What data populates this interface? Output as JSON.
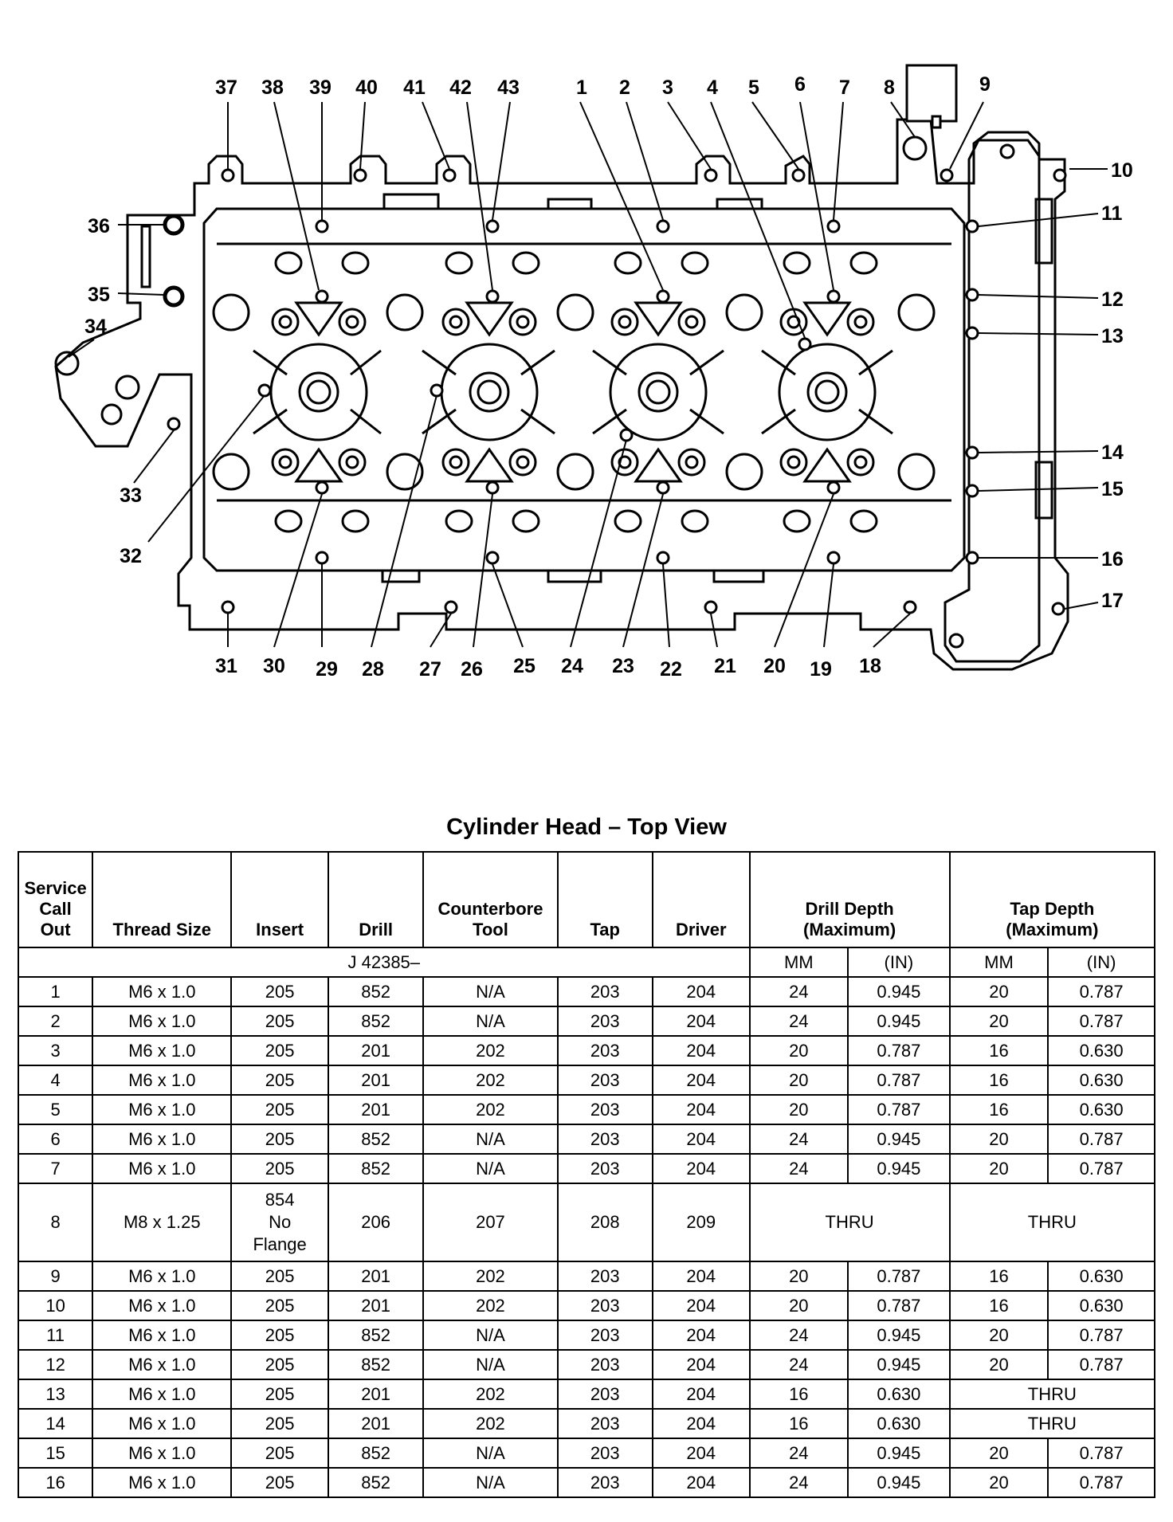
{
  "diagram": {
    "callouts_top": [
      "37",
      "38",
      "39",
      "40",
      "41",
      "42",
      "43",
      "1",
      "2",
      "3",
      "4",
      "5",
      "6",
      "7",
      "8",
      "9"
    ],
    "callouts_right": [
      "10",
      "11",
      "12",
      "13",
      "14",
      "15",
      "16",
      "17"
    ],
    "callouts_left": [
      "36",
      "35",
      "34",
      "33",
      "32"
    ],
    "callouts_bottom": [
      "31",
      "30",
      "29",
      "28",
      "27",
      "26",
      "25",
      "24",
      "23",
      "22",
      "21",
      "20",
      "19",
      "18"
    ]
  },
  "table": {
    "title": "Cylinder Head – Top View",
    "headers": {
      "callout": "Service\nCall\nOut",
      "thread": "Thread Size",
      "insert": "Insert",
      "drill": "Drill",
      "counterbore": "Counterbore\nTool",
      "tap": "Tap",
      "driver": "Driver",
      "drill_depth": "Drill Depth\n(Maximum)",
      "tap_depth": "Tap Depth\n(Maximum)"
    },
    "subheader": {
      "tool_prefix": "J 42385–",
      "drill_mm": "MM",
      "drill_in": "(IN)",
      "tap_mm": "MM",
      "tap_in": "(IN)"
    },
    "rows": [
      {
        "callout": "1",
        "thread": "M6 x 1.0",
        "insert": "205",
        "drill": "852",
        "counterbore": "N/A",
        "tap": "203",
        "driver": "204",
        "drill_mm": "24",
        "drill_in": "0.945",
        "tap_mm": "20",
        "tap_in": "0.787"
      },
      {
        "callout": "2",
        "thread": "M6 x 1.0",
        "insert": "205",
        "drill": "852",
        "counterbore": "N/A",
        "tap": "203",
        "driver": "204",
        "drill_mm": "24",
        "drill_in": "0.945",
        "tap_mm": "20",
        "tap_in": "0.787"
      },
      {
        "callout": "3",
        "thread": "M6 x 1.0",
        "insert": "205",
        "drill": "201",
        "counterbore": "202",
        "tap": "203",
        "driver": "204",
        "drill_mm": "20",
        "drill_in": "0.787",
        "tap_mm": "16",
        "tap_in": "0.630"
      },
      {
        "callout": "4",
        "thread": "M6 x 1.0",
        "insert": "205",
        "drill": "201",
        "counterbore": "202",
        "tap": "203",
        "driver": "204",
        "drill_mm": "20",
        "drill_in": "0.787",
        "tap_mm": "16",
        "tap_in": "0.630"
      },
      {
        "callout": "5",
        "thread": "M6 x 1.0",
        "insert": "205",
        "drill": "201",
        "counterbore": "202",
        "tap": "203",
        "driver": "204",
        "drill_mm": "20",
        "drill_in": "0.787",
        "tap_mm": "16",
        "tap_in": "0.630"
      },
      {
        "callout": "6",
        "thread": "M6 x 1.0",
        "insert": "205",
        "drill": "852",
        "counterbore": "N/A",
        "tap": "203",
        "driver": "204",
        "drill_mm": "24",
        "drill_in": "0.945",
        "tap_mm": "20",
        "tap_in": "0.787"
      },
      {
        "callout": "7",
        "thread": "M6 x 1.0",
        "insert": "205",
        "drill": "852",
        "counterbore": "N/A",
        "tap": "203",
        "driver": "204",
        "drill_mm": "24",
        "drill_in": "0.945",
        "tap_mm": "20",
        "tap_in": "0.787"
      },
      {
        "callout": "8",
        "thread": "M8 x 1.25",
        "insert": "854\nNo\nFlange",
        "drill": "206",
        "counterbore": "207",
        "tap": "208",
        "driver": "209",
        "drill_thru": "THRU",
        "tap_thru": "THRU"
      },
      {
        "callout": "9",
        "thread": "M6 x 1.0",
        "insert": "205",
        "drill": "201",
        "counterbore": "202",
        "tap": "203",
        "driver": "204",
        "drill_mm": "20",
        "drill_in": "0.787",
        "tap_mm": "16",
        "tap_in": "0.630"
      },
      {
        "callout": "10",
        "thread": "M6 x 1.0",
        "insert": "205",
        "drill": "201",
        "counterbore": "202",
        "tap": "203",
        "driver": "204",
        "drill_mm": "20",
        "drill_in": "0.787",
        "tap_mm": "16",
        "tap_in": "0.630"
      },
      {
        "callout": "11",
        "thread": "M6 x 1.0",
        "insert": "205",
        "drill": "852",
        "counterbore": "N/A",
        "tap": "203",
        "driver": "204",
        "drill_mm": "24",
        "drill_in": "0.945",
        "tap_mm": "20",
        "tap_in": "0.787"
      },
      {
        "callout": "12",
        "thread": "M6 x 1.0",
        "insert": "205",
        "drill": "852",
        "counterbore": "N/A",
        "tap": "203",
        "driver": "204",
        "drill_mm": "24",
        "drill_in": "0.945",
        "tap_mm": "20",
        "tap_in": "0.787"
      },
      {
        "callout": "13",
        "thread": "M6 x 1.0",
        "insert": "205",
        "drill": "201",
        "counterbore": "202",
        "tap": "203",
        "driver": "204",
        "drill_mm": "16",
        "drill_in": "0.630",
        "tap_thru": "THRU"
      },
      {
        "callout": "14",
        "thread": "M6 x 1.0",
        "insert": "205",
        "drill": "201",
        "counterbore": "202",
        "tap": "203",
        "driver": "204",
        "drill_mm": "16",
        "drill_in": "0.630",
        "tap_thru": "THRU"
      },
      {
        "callout": "15",
        "thread": "M6 x 1.0",
        "insert": "205",
        "drill": "852",
        "counterbore": "N/A",
        "tap": "203",
        "driver": "204",
        "drill_mm": "24",
        "drill_in": "0.945",
        "tap_mm": "20",
        "tap_in": "0.787"
      },
      {
        "callout": "16",
        "thread": "M6 x 1.0",
        "insert": "205",
        "drill": "852",
        "counterbore": "N/A",
        "tap": "203",
        "driver": "204",
        "drill_mm": "24",
        "drill_in": "0.945",
        "tap_mm": "20",
        "tap_in": "0.787"
      }
    ]
  }
}
